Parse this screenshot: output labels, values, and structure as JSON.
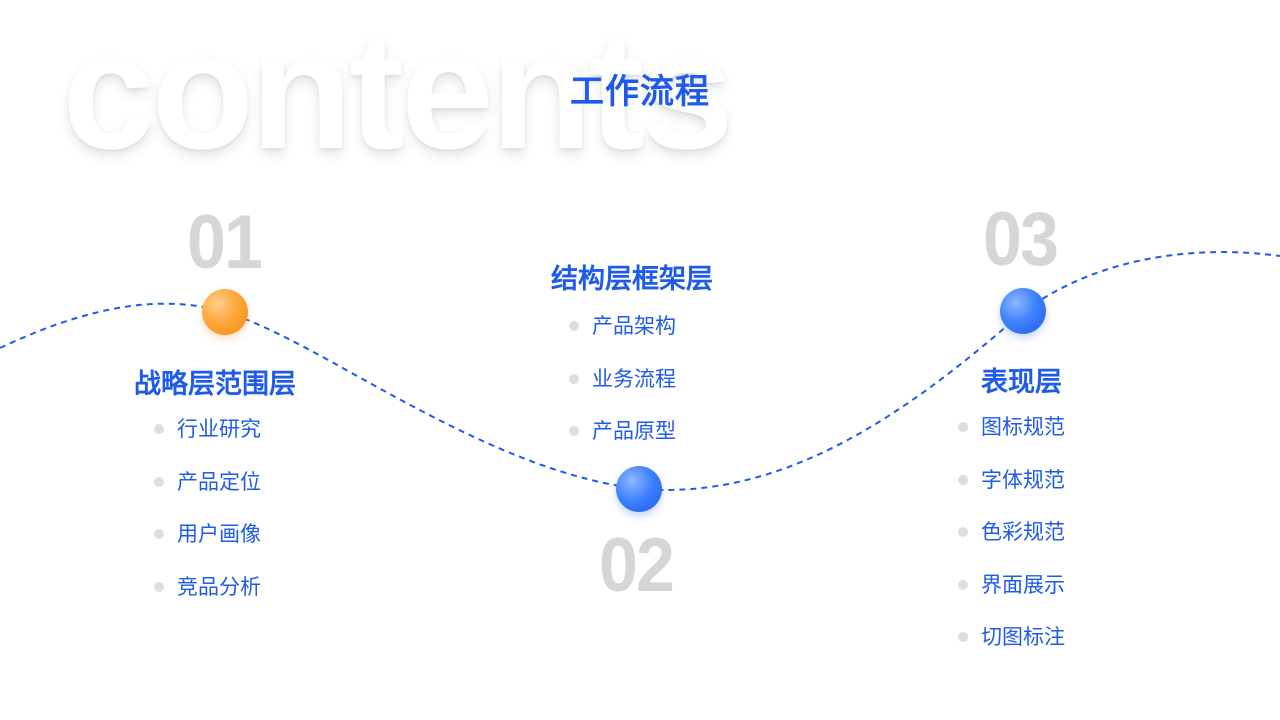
{
  "background_word": "contents",
  "title": "工作流程",
  "colors": {
    "accent": "#1f5bea",
    "orange": "#f7a03a",
    "number_gray": "#d6d6d6",
    "bullet_gray": "#dedede"
  },
  "stages": [
    {
      "number": "01",
      "title": "战略层范围层",
      "node_color": "orange",
      "items": [
        "行业研究",
        "产品定位",
        "用户画像",
        "竞品分析"
      ]
    },
    {
      "number": "02",
      "title": "结构层框架层",
      "node_color": "blue",
      "items": [
        "产品架构",
        "业务流程",
        "产品原型"
      ]
    },
    {
      "number": "03",
      "title": "表现层",
      "node_color": "blue",
      "items": [
        "图标规范",
        "字体规范",
        "色彩规范",
        "界面展示",
        "切图标注"
      ]
    }
  ]
}
